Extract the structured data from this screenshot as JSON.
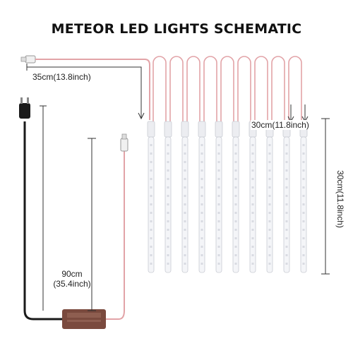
{
  "diagram": {
    "title": "METEOR LED LIGHTS SCHEMATIC",
    "labels": {
      "lead_length": "35cm(13.8inch)",
      "tube_spacing": "30cm(11.8inch)",
      "tube_length": "30cm(11.8inch)",
      "cable_length_cm": "90cm",
      "cable_length_in": "(35.4inch)"
    },
    "tube_count": 10,
    "colors": {
      "cable": "#e2a3a7",
      "power_cord": "#1a1a1a",
      "tube_fill": "#f4f5f8",
      "tube_edge": "#c9ccd3",
      "adapter": "#7a4a3e",
      "dimension": "#333333"
    }
  }
}
